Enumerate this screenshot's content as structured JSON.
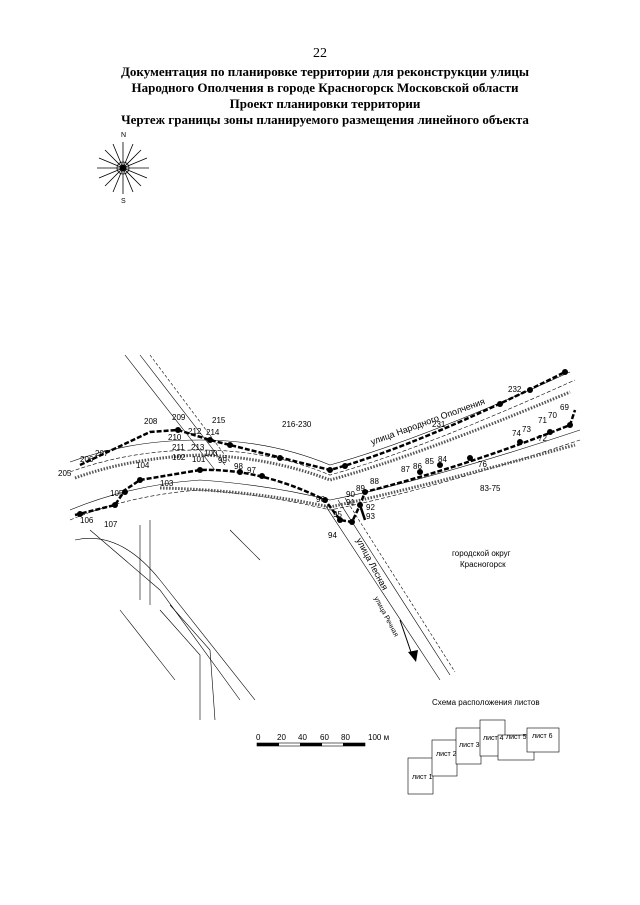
{
  "page_number": "22",
  "title_lines": [
    "Документация по планировке территории для реконструкции улицы",
    "Народного Ополчения в городе Красногорск Московской области",
    "Проект планировки территории",
    "Чертеж границы зоны планируемого размещения линейного объекта"
  ],
  "compass": {
    "north": "N",
    "south": "S"
  },
  "streets": {
    "main": "улица Народного Ополчения",
    "lesnaya": "улица Лесная",
    "rechnaya": "улица Речная"
  },
  "district": {
    "line1": "городской округ",
    "line2": "Красногорск"
  },
  "point_labels": {
    "p208": "208",
    "p209": "209",
    "p215": "215",
    "p216_230": "216-230",
    "p210": "210",
    "p212": "212",
    "p214": "214",
    "p211": "211",
    "p213": "213",
    "p207": "207",
    "p206": "206",
    "p205": "205",
    "p104": "104",
    "p102": "102",
    "p101": "101",
    "p100": "100",
    "p99": "99",
    "p98": "98",
    "p97": "97",
    "p105": "105",
    "p103": "103",
    "p106": "106",
    "p107": "107",
    "p232": "232",
    "p231": "231",
    "p69": "69",
    "p70": "70",
    "p71": "71",
    "p72": "72",
    "p73": "73",
    "p74": "74",
    "p76": "76",
    "p83_75": "83-75",
    "p84": "84",
    "p85": "85",
    "p86": "86",
    "p87": "87",
    "p88": "88",
    "p89": "89",
    "p90": "90",
    "p91": "91",
    "p92": "92",
    "p93": "93",
    "p94": "94",
    "p95": "95",
    "p96": "96"
  },
  "scale_bar": {
    "ticks": [
      "0",
      "20",
      "40",
      "60",
      "80",
      "100 м"
    ]
  },
  "sheet_scheme": {
    "title": "Схема расположения листов",
    "sheets": [
      "лист 1",
      "лист 2",
      "лист 3",
      "лист 4",
      "лист 5",
      "лист 6"
    ]
  }
}
